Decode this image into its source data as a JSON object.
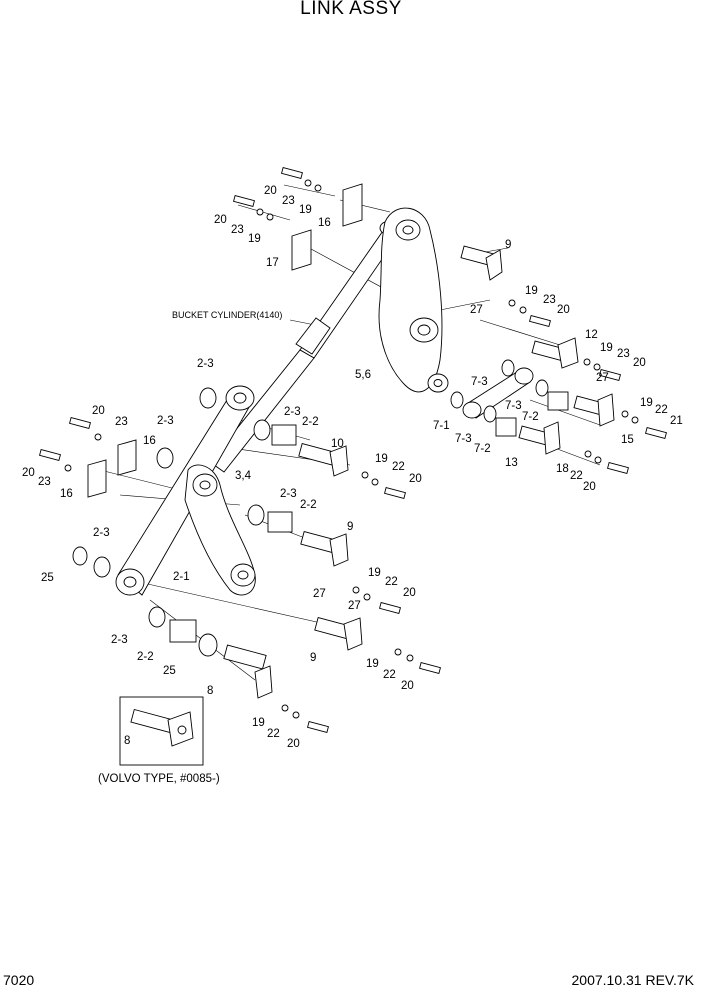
{
  "title": "LINK ASSY",
  "page_number": "7020",
  "revision": "2007.10.31  REV.7K",
  "annotations": {
    "bucket_cylinder": "BUCKET CYLINDER(4140)",
    "volvo_type": "(VOLVO TYPE, #0085-)"
  },
  "part_labels": [
    {
      "id": "l1",
      "text": "20"
    },
    {
      "id": "l2",
      "text": "23"
    },
    {
      "id": "l3",
      "text": "19"
    },
    {
      "id": "l4",
      "text": "16"
    },
    {
      "id": "l5",
      "text": "20"
    },
    {
      "id": "l6",
      "text": "23"
    },
    {
      "id": "l7",
      "text": "19"
    },
    {
      "id": "l8",
      "text": "17"
    },
    {
      "id": "l9",
      "text": "9"
    },
    {
      "id": "l10",
      "text": "19"
    },
    {
      "id": "l11",
      "text": "23"
    },
    {
      "id": "l12",
      "text": "20"
    },
    {
      "id": "l13",
      "text": "27"
    },
    {
      "id": "l14",
      "text": "12"
    },
    {
      "id": "l15",
      "text": "19"
    },
    {
      "id": "l16",
      "text": "23"
    },
    {
      "id": "l17",
      "text": "20"
    },
    {
      "id": "l18",
      "text": "27"
    },
    {
      "id": "l19",
      "text": "5,6"
    },
    {
      "id": "l20",
      "text": "2-3"
    },
    {
      "id": "l21",
      "text": "7-3"
    },
    {
      "id": "l22",
      "text": "7-3"
    },
    {
      "id": "l23",
      "text": "7-2"
    },
    {
      "id": "l24",
      "text": "7-1"
    },
    {
      "id": "l25",
      "text": "7-3"
    },
    {
      "id": "l26",
      "text": "7-2"
    },
    {
      "id": "l27",
      "text": "19"
    },
    {
      "id": "l28",
      "text": "22"
    },
    {
      "id": "l29",
      "text": "21"
    },
    {
      "id": "l30",
      "text": "15"
    },
    {
      "id": "l31",
      "text": "13"
    },
    {
      "id": "l32",
      "text": "18"
    },
    {
      "id": "l33",
      "text": "22"
    },
    {
      "id": "l34",
      "text": "20"
    },
    {
      "id": "l35",
      "text": "20"
    },
    {
      "id": "l36",
      "text": "23"
    },
    {
      "id": "l37",
      "text": "2-3"
    },
    {
      "id": "l38",
      "text": "2-3"
    },
    {
      "id": "l39",
      "text": "2-2"
    },
    {
      "id": "l40",
      "text": "16"
    },
    {
      "id": "l41",
      "text": "10"
    },
    {
      "id": "l42",
      "text": "19"
    },
    {
      "id": "l43",
      "text": "22"
    },
    {
      "id": "l44",
      "text": "20"
    },
    {
      "id": "l45",
      "text": "20"
    },
    {
      "id": "l46",
      "text": "23"
    },
    {
      "id": "l47",
      "text": "16"
    },
    {
      "id": "l48",
      "text": "3,4"
    },
    {
      "id": "l49",
      "text": "2-3"
    },
    {
      "id": "l50",
      "text": "2-2"
    },
    {
      "id": "l51",
      "text": "2-3"
    },
    {
      "id": "l52",
      "text": "9"
    },
    {
      "id": "l53",
      "text": "25"
    },
    {
      "id": "l54",
      "text": "2-1"
    },
    {
      "id": "l55",
      "text": "19"
    },
    {
      "id": "l56",
      "text": "22"
    },
    {
      "id": "l57",
      "text": "27"
    },
    {
      "id": "l58",
      "text": "20"
    },
    {
      "id": "l59",
      "text": "27"
    },
    {
      "id": "l60",
      "text": "2-3"
    },
    {
      "id": "l61",
      "text": "2-2"
    },
    {
      "id": "l62",
      "text": "25"
    },
    {
      "id": "l63",
      "text": "9"
    },
    {
      "id": "l64",
      "text": "19"
    },
    {
      "id": "l65",
      "text": "22"
    },
    {
      "id": "l66",
      "text": "20"
    },
    {
      "id": "l67",
      "text": "8"
    },
    {
      "id": "l68",
      "text": "19"
    },
    {
      "id": "l69",
      "text": "22"
    },
    {
      "id": "l70",
      "text": "20"
    },
    {
      "id": "l71",
      "text": "8"
    }
  ]
}
